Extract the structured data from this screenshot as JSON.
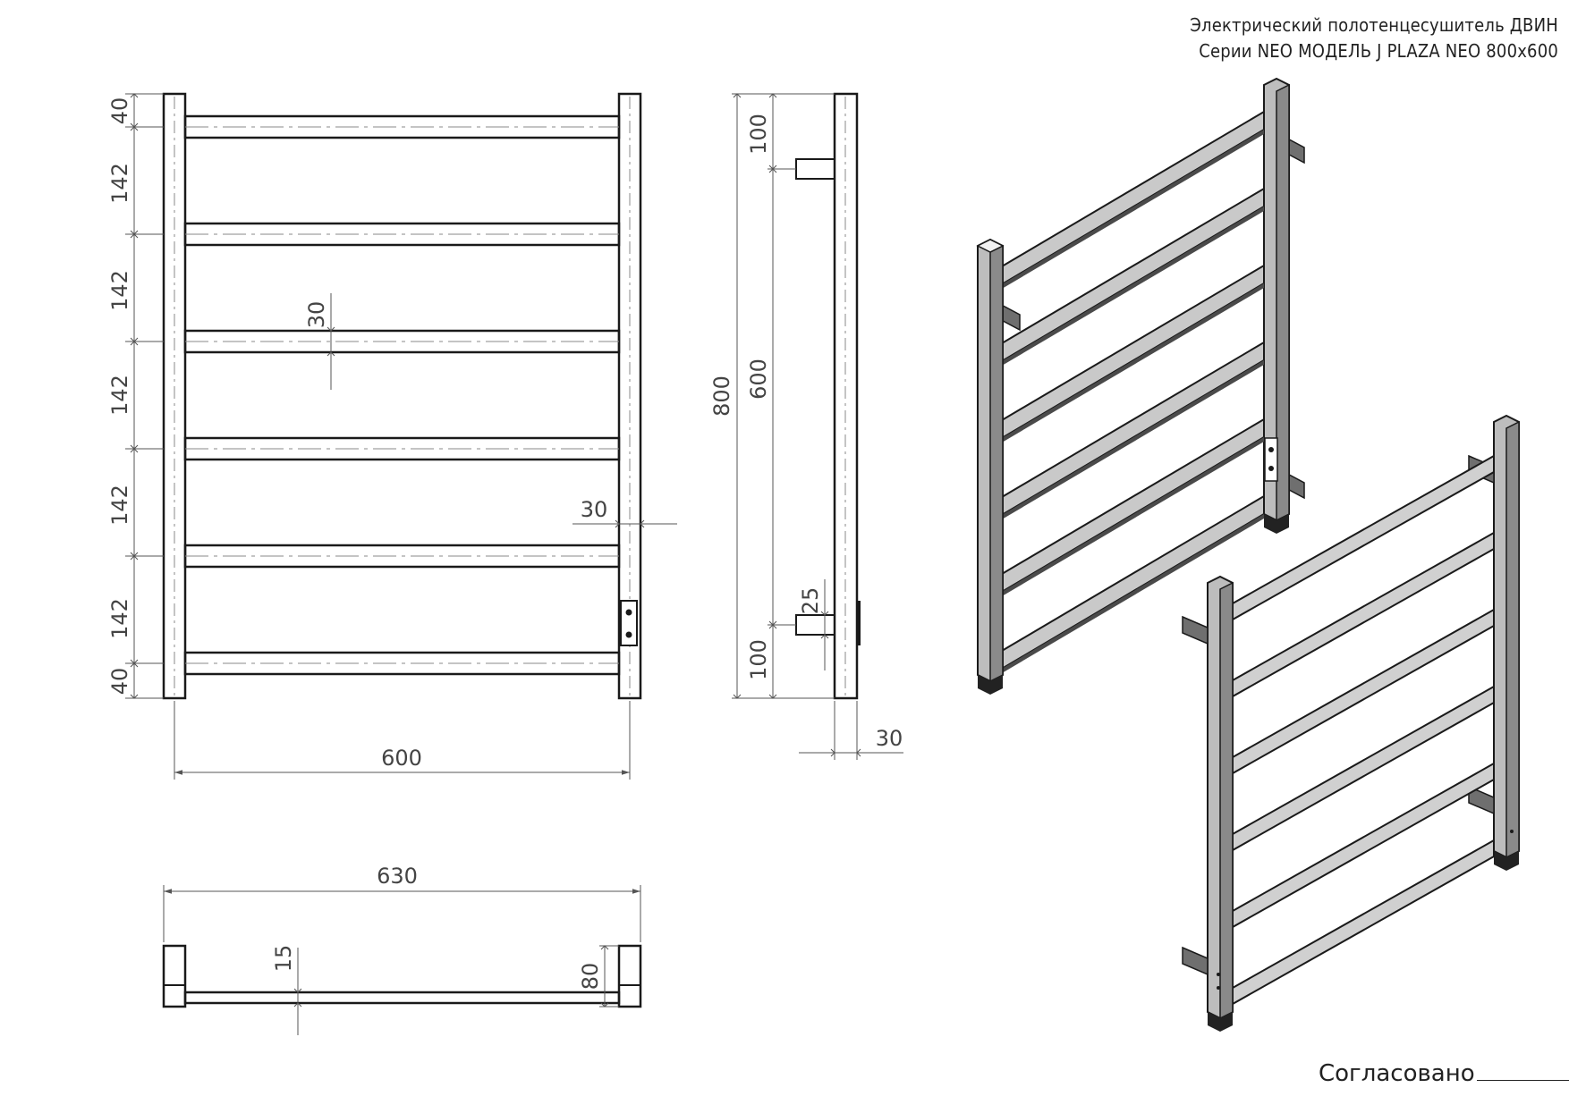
{
  "title": {
    "line1": "Электрический полотенцесушитель ДВИН",
    "line2": "Серии NEO МОДЕЛЬ J  PLAZA NEO 800x600"
  },
  "approval": {
    "label": "Согласовано"
  },
  "dimensions": {
    "front_top_margin": "40",
    "front_gap_1": "142",
    "front_gap_2": "142",
    "front_gap_3": "142",
    "front_gap_4": "142",
    "front_gap_5": "142",
    "front_bottom_margin": "40",
    "bar_height": "30",
    "post_width": "30",
    "front_width": "600",
    "side_top": "100",
    "side_mid": "600",
    "side_total": "800",
    "side_bracket": "25",
    "side_bottom": "100",
    "side_depth": "30",
    "top_total_width": "630",
    "top_bar_thickness": "15",
    "top_depth": "80"
  }
}
